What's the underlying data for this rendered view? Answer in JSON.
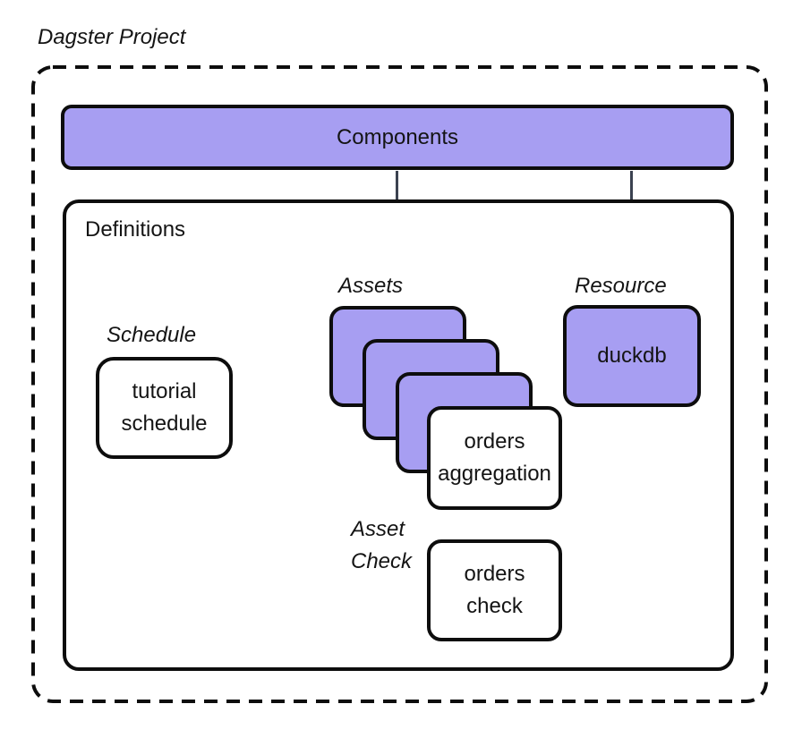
{
  "title": "Dagster Project",
  "components": {
    "label": "Components"
  },
  "definitions": {
    "label": "Definitions"
  },
  "schedule": {
    "group_label": "Schedule",
    "node_label": "tutorial schedule"
  },
  "assets": {
    "group_label": "Assets",
    "front_node_label": "orders aggregation"
  },
  "resource": {
    "group_label": "Resource",
    "node_label": "duckdb"
  },
  "asset_check": {
    "group_label": "Asset Check",
    "node_label": "orders check"
  },
  "colors": {
    "node_fill": "#a79ef2",
    "outline": "#0d0d0d",
    "arrow": "#3b4250",
    "dashed_link": "#4a5565"
  }
}
